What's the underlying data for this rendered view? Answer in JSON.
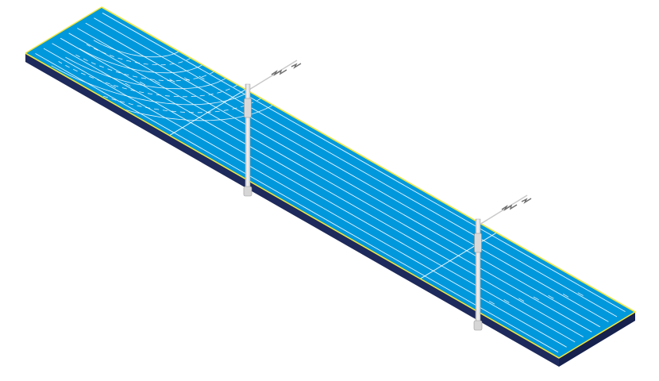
{
  "colors": {
    "background": "#ffffff",
    "surface": "#0098dd",
    "edge_outline": "#f0e63c",
    "base_dark": "#1e2a5c",
    "lane_line": "#ffffff",
    "pole": "#e4e4e4",
    "pole_shade": "#b8b8b8",
    "arm": "#c8c8c8"
  },
  "track": {
    "lane_count": 8,
    "lane_divider_count": 7
  },
  "poles": [
    {
      "name": "pole-left",
      "icon": "timing-pole-icon"
    },
    {
      "name": "pole-right",
      "icon": "timing-pole-icon"
    }
  ]
}
